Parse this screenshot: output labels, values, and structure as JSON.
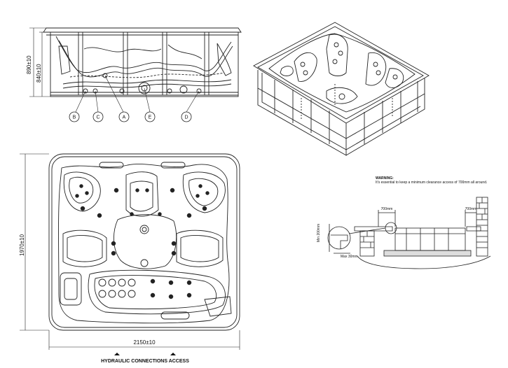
{
  "side_view": {
    "height_dims": [
      "890±10",
      "840±10"
    ],
    "callouts": [
      "B",
      "C",
      "A",
      "E",
      "D"
    ]
  },
  "plan_view": {
    "width_dim": "2150±10",
    "depth_dim": "1970±10",
    "footer_label": "HYDRAULIC CONNECTIONS ACCESS"
  },
  "installation": {
    "warning_title": "WARNING:",
    "warning_text": "It's essential to keep a minimum clearance access of 700mm all around.",
    "clearance_left": "700mm",
    "clearance_right": "700mm",
    "min_height": "Min 200mm",
    "max_depth": "Max 30mm"
  }
}
